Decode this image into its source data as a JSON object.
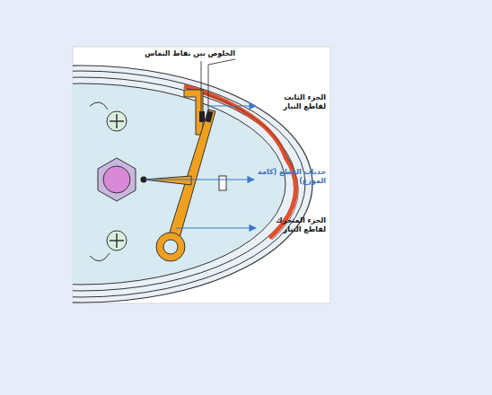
{
  "diagram": {
    "labels": [
      "الخلوص بين نقاط التماس",
      "الجزء الثابت لقاطع التيار",
      "حدبات القطع (كامة الموزع)",
      "الجزء المتحرك لقاطع التيار"
    ]
  }
}
